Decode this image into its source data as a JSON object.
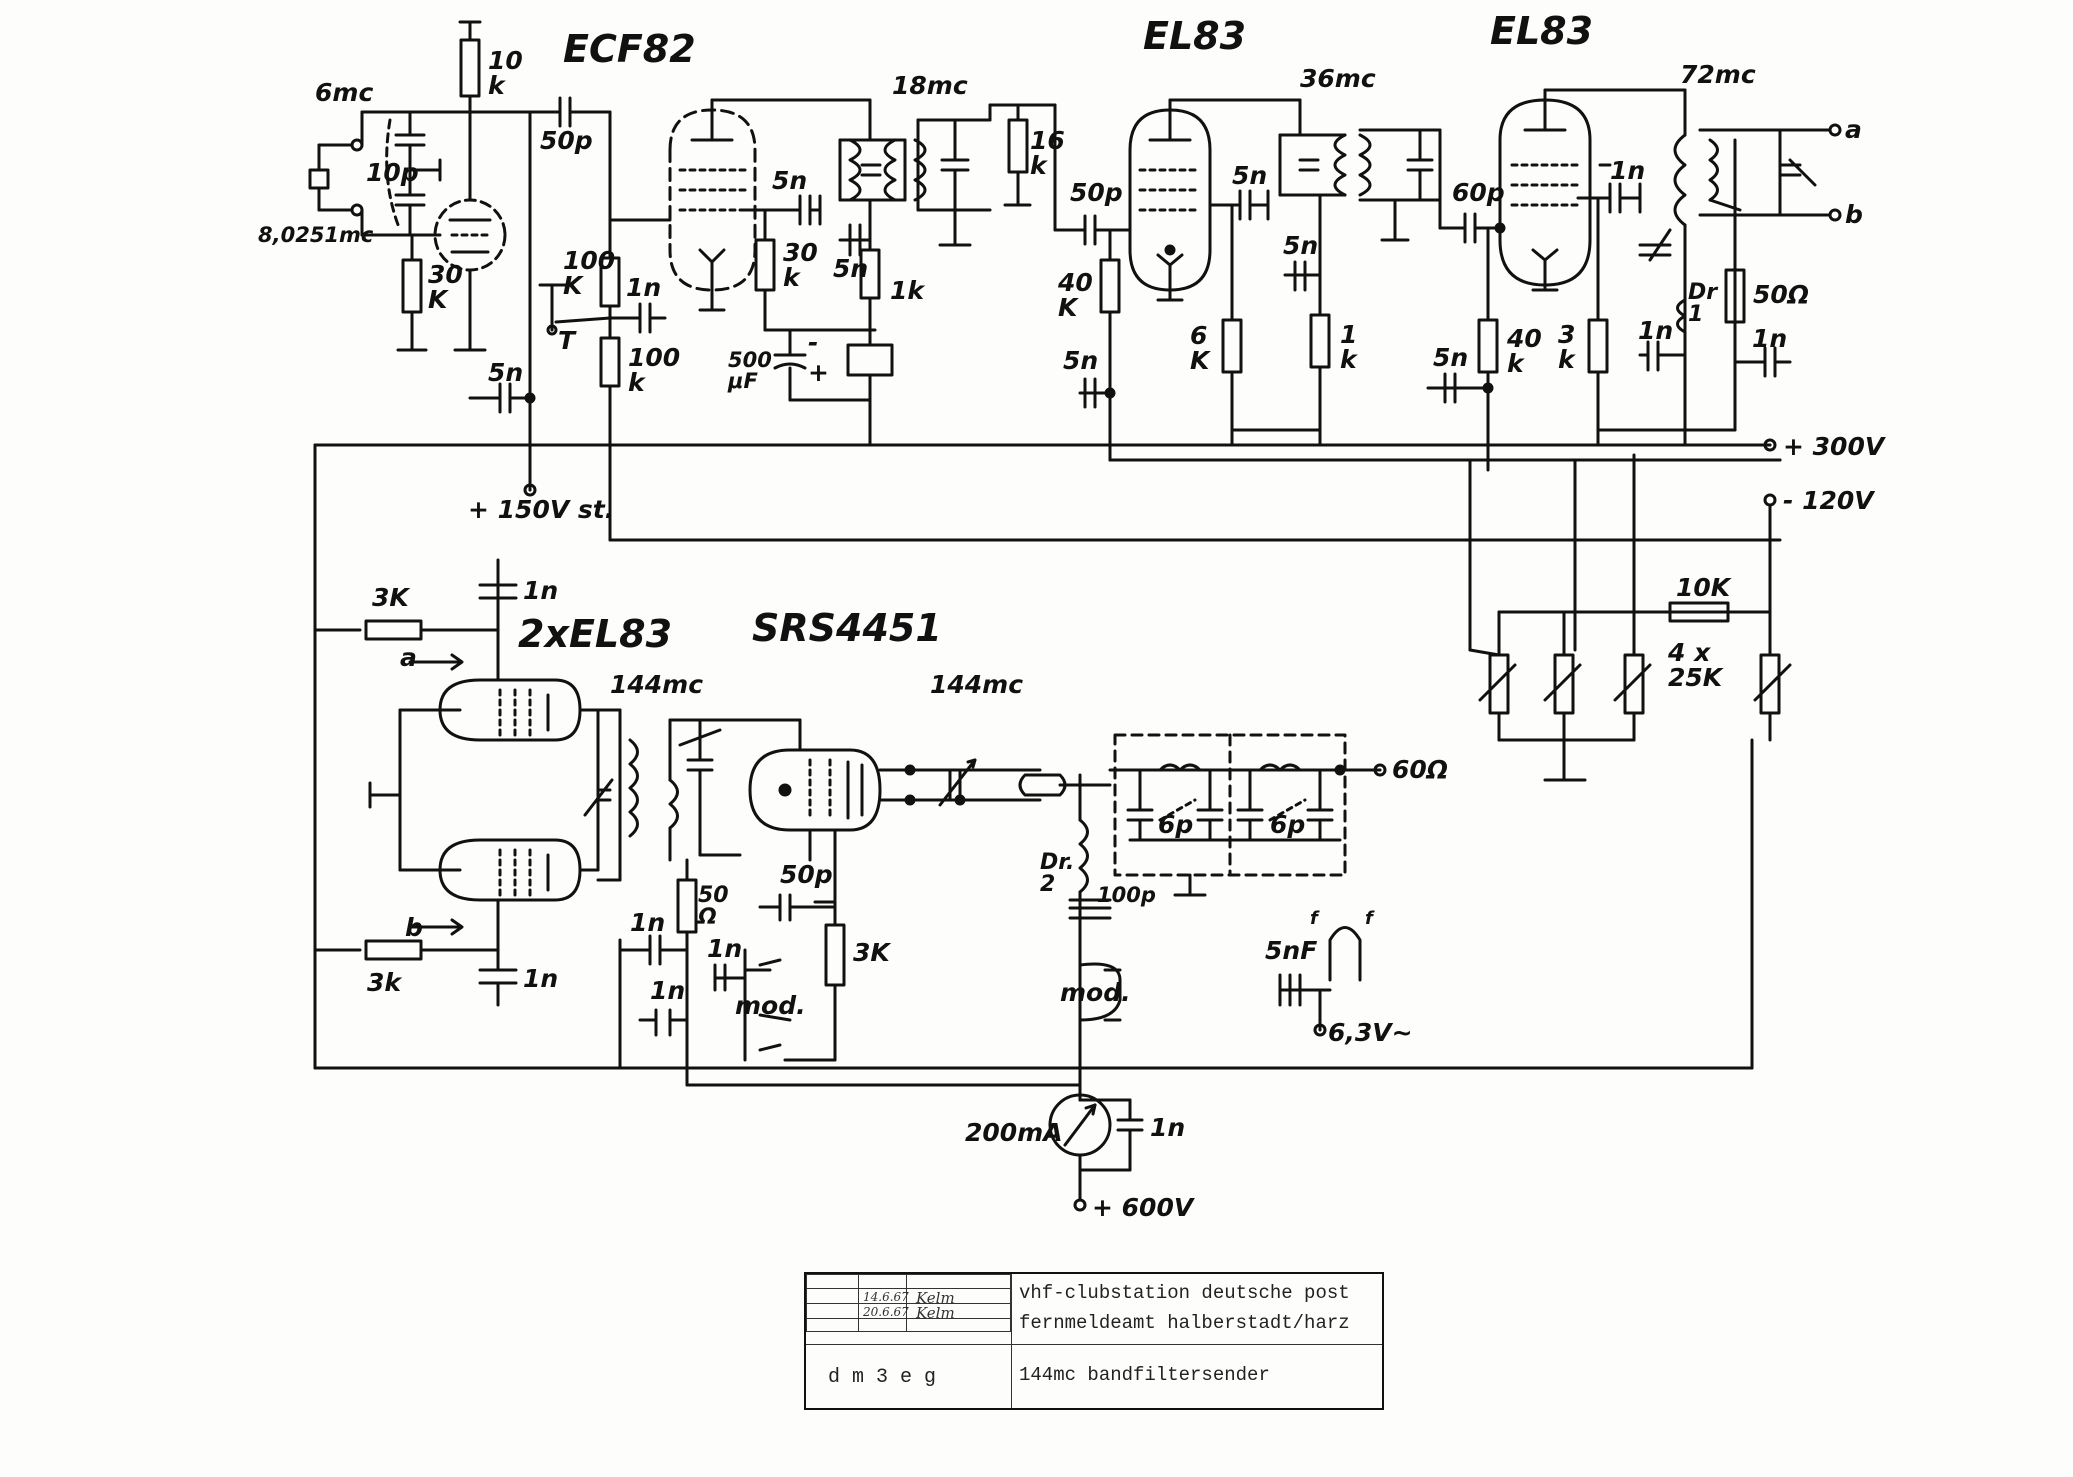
{
  "tubes": {
    "osc": "ECF82",
    "mult1": "EL83",
    "mult2": "EL83",
    "driver": "2xEL83",
    "pa": "SRS4451"
  },
  "frequencies": {
    "f6": "6mc",
    "f18": "18mc",
    "f36": "36mc",
    "f72": "72mc",
    "f144a": "144mc",
    "f144b": "144mc",
    "crystal": "8,0251mc"
  },
  "values": {
    "r10k_top": "10\nk",
    "c10p": "10p",
    "c50p_1": "50p",
    "r30k_osc": "30\nK",
    "c5n_osc": "5n",
    "r100k_a": "100\nK",
    "c1n_a": "1n",
    "r100k_b": "100\nk",
    "t_label": "T",
    "c5n_g2": "5n",
    "r30k_b": "30\nk",
    "c5n_b": "5n",
    "r1k_a": "1k",
    "c500u": "500\nμF",
    "r16k": "16\nk",
    "c50p_2": "50p",
    "r40k_a": "40\nK",
    "c5n_c": "5n",
    "c5n_d": "5n",
    "r6k": "6\nK",
    "c5n_e": "5n",
    "r1k_b": "1\nk",
    "c60p": "60p",
    "c1n_b": "1n",
    "c5n_f": "5n",
    "r40k_b": "40\nk",
    "r3k_a": "3\nk",
    "c1n_c": "1n",
    "dr1": "Dr\n1",
    "r50_a": "50Ω",
    "c1n_d": "1n",
    "r10k_b": "10K",
    "pots": "4 x\n25K",
    "r3k_b": "3K",
    "c1n_e": "1n",
    "r3k_c": "3k",
    "c1n_f": "1n",
    "c1n_g": "1n",
    "r50_b": "50\nΩ",
    "c1n_h": "1n",
    "c1n_i": "1n",
    "c50p_3": "50p",
    "r3k_d": "3K",
    "dr2": "Dr.\n2",
    "c100p": "100p",
    "c6p_a": "6p",
    "c6p_b": "6p",
    "c5nf": "5nF",
    "c1n_m": "1n",
    "mod_a": "mod.",
    "mod_b": "mod.",
    "f_a": "f",
    "f_b": "f",
    "plus": "+",
    "minus": "-"
  },
  "terminals": {
    "out_a": "a",
    "out_b": "b",
    "in_a": "a",
    "in_b": "b",
    "b300": "+ 300V",
    "b120": "- 120V",
    "b150": "+ 150V st.",
    "b600": "+ 600V",
    "ant": "60Ω",
    "fil": "6,3V~",
    "meter": "200mA"
  },
  "title_block": {
    "dates": [
      "14.6.67",
      "20.6.67"
    ],
    "signatures": [
      "Kelm",
      "Kelm"
    ],
    "line1": "vhf-clubstation deutsche post",
    "line2": "fernmeldeamt halberstadt/harz",
    "callsign": "d m 3 e g",
    "title": "144mc bandfiltersender"
  }
}
